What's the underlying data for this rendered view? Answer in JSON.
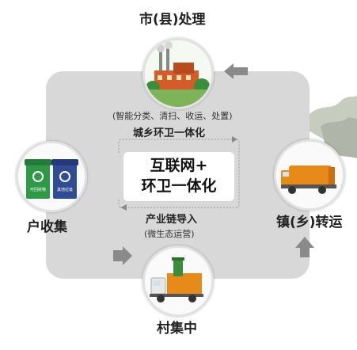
{
  "nodes": {
    "top": "市(县)处理",
    "left": "户收集",
    "right": "镇(乡)转运",
    "bottom": "村集中"
  },
  "cycle": {
    "top_subtitle": "(智能分类、清扫、收运、处置)",
    "top_label": "城乡环卫一体化",
    "center_line1": "互联网+",
    "center_line2": "环卫一体化",
    "bottom_label": "产业链导入",
    "bottom_subtitle": "(微生态运营)"
  },
  "bins": {
    "left_text": "可回收物",
    "right_text": "其他垃圾"
  },
  "colors": {
    "panel": "#d8d8d8",
    "arrow": "#8a8a8a",
    "bin_green": "#2e9a46",
    "bin_blue": "#2f4c94",
    "truck_orange": "#e88a1a",
    "truck_green": "#3a8d3a"
  }
}
